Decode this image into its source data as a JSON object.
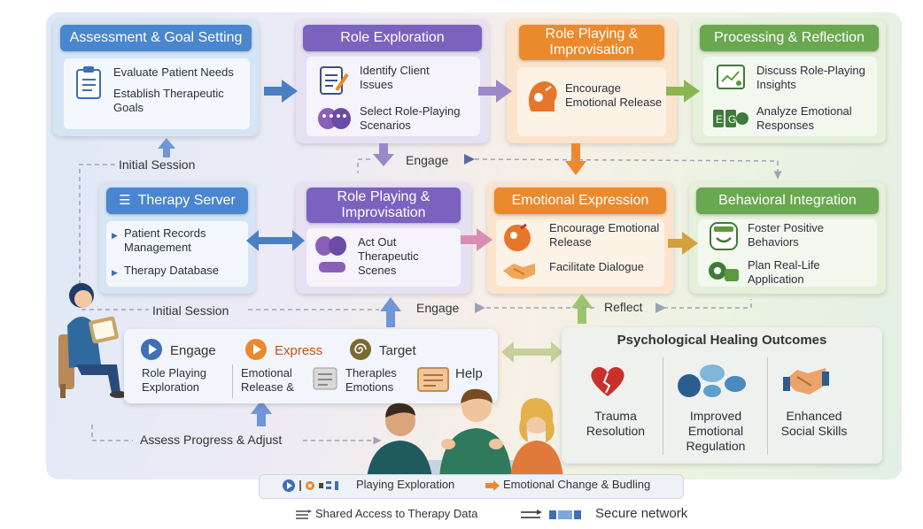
{
  "stages": {
    "assessment": {
      "title": "Assessment & Goal Setting",
      "item1": "Evaluate Patient Needs",
      "item2": "Establish Therapeutic Goals"
    },
    "exploration": {
      "title": "Role Exploration",
      "item1": "Identify Client Issues",
      "item2": "Select Role-Playing Scenarios"
    },
    "roleplay_top": {
      "title": "Role Playing & Improvisation",
      "item1": "Encourage Emotional Release"
    },
    "processing": {
      "title": "Processing & Reflection",
      "item1": "Discuss Role-Playing Insights",
      "item2": "Analyze Emotional Responses"
    },
    "server": {
      "title": "Therapy Server",
      "item1": "Patient Records Management",
      "item2": "Therapy Database"
    },
    "roleplay_mid": {
      "title": "Role Playing & Improvisation",
      "item1": "Act Out Therapeutic Scenes"
    },
    "emotional": {
      "title": "Emotional Expression",
      "item1": "Encourage Emotional Release",
      "item2": "Facilitate Dialogue"
    },
    "behavioral": {
      "title": "Behavioral Integration",
      "item1": "Foster Positive Behaviors",
      "item2": "Plan Real-Life Application"
    }
  },
  "flow_labels": {
    "initial_session_top": "Initial Session",
    "engage_top": "Engage",
    "initial_session_bottom": "Initial Session",
    "engage_bottom": "Engage",
    "reflect": "Reflect",
    "assess": "Assess Progress & Adjust"
  },
  "legend_panel": {
    "engage": "Engage",
    "express": "Express",
    "target": "Target",
    "col1": "Role Playing Exploration",
    "col2": "Emotional Release &",
    "col3": "Theraples Emotions",
    "help": "Help"
  },
  "outcomes": {
    "title": "Psychological Healing Outcomes",
    "o1": "Trauma Resolution",
    "o2": "Improved Emotional Regulation",
    "o3": "Enhanced Social Skills"
  },
  "footer": {
    "line1a": "Playing Exploration",
    "line1b": "Emotional Change & Budling",
    "line2a": "Shared Access to Therapy Data",
    "line2b": "Secure network"
  },
  "colors": {
    "blue": "#3f7cc9",
    "purple": "#7b62bf",
    "orange": "#ea8a2d",
    "green": "#6aa84f"
  },
  "icons": [
    "clipboard-icon",
    "checklist-icon",
    "theater-masks-icon",
    "head-emotion-icon",
    "chart-board-icon",
    "ego-icon",
    "menu-icon",
    "orange-head-icon",
    "handshake-icon",
    "smile-icon",
    "plan-icon",
    "play-icon",
    "spiral-icon",
    "heart-icon",
    "chat-bubbles-icon"
  ]
}
